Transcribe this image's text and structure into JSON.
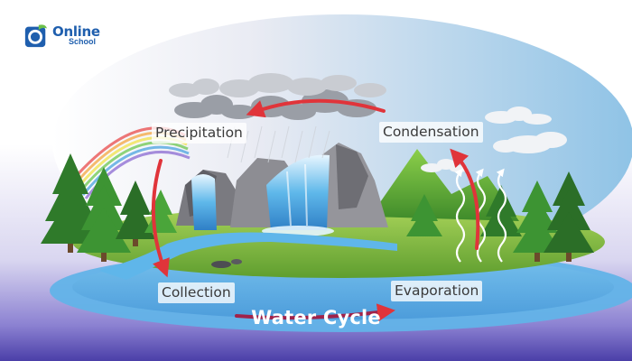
{
  "brand": {
    "tagline": "",
    "name": "Online",
    "sub": "School"
  },
  "stages": {
    "precipitation": "Precipitation",
    "condensation": "Condensation",
    "collection": "Collection",
    "evaporation": "Evaporation"
  },
  "title": "Water Cycle",
  "colors": {
    "arrow": "#e0343a",
    "brand_blue": "#1f5fae",
    "title_text": "#ffffff",
    "bottom_band": "#4b3fa8"
  }
}
